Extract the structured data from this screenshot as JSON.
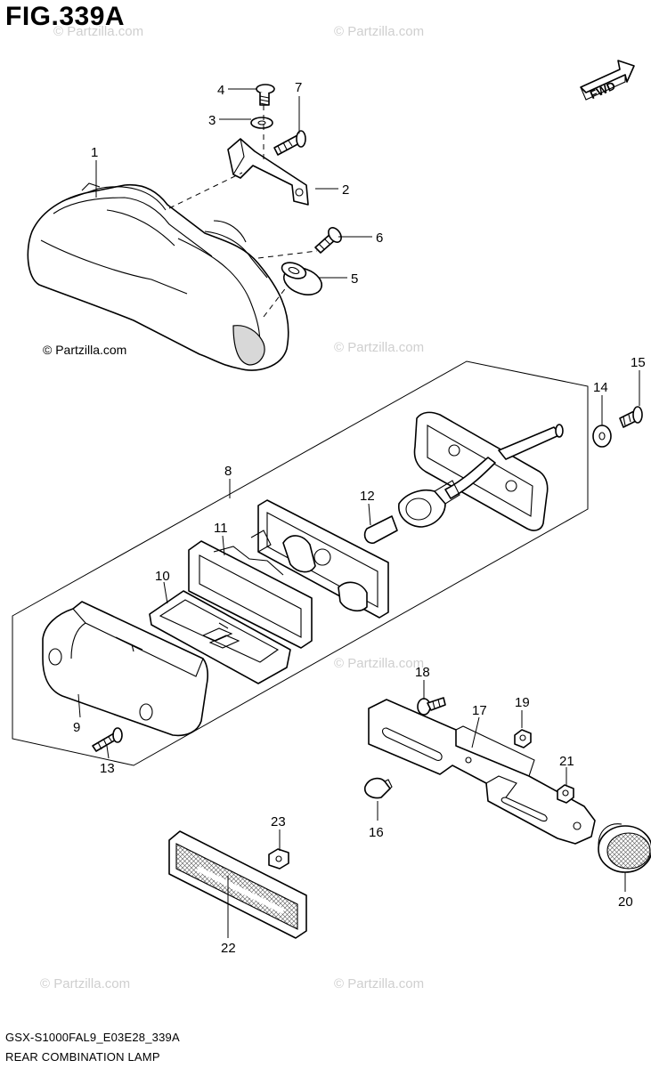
{
  "figure": {
    "title": "FIG.339A",
    "code": "GSX-S1000FAL9_E03E28_339A",
    "name": "REAR COMBINATION LAMP"
  },
  "direction_badge": "FWD",
  "watermark": "© Partzilla.com",
  "parts": {
    "p1": "1",
    "p2": "2",
    "p3": "3",
    "p4": "4",
    "p5": "5",
    "p6": "6",
    "p7": "7",
    "p8": "8",
    "p9": "9",
    "p10": "10",
    "p11": "11",
    "p12": "12",
    "p13": "13",
    "p14": "14",
    "p15": "15",
    "p16": "16",
    "p17": "17",
    "p18": "18",
    "p19": "19",
    "p20": "20",
    "p21": "21",
    "p22": "22",
    "p23": "23"
  }
}
